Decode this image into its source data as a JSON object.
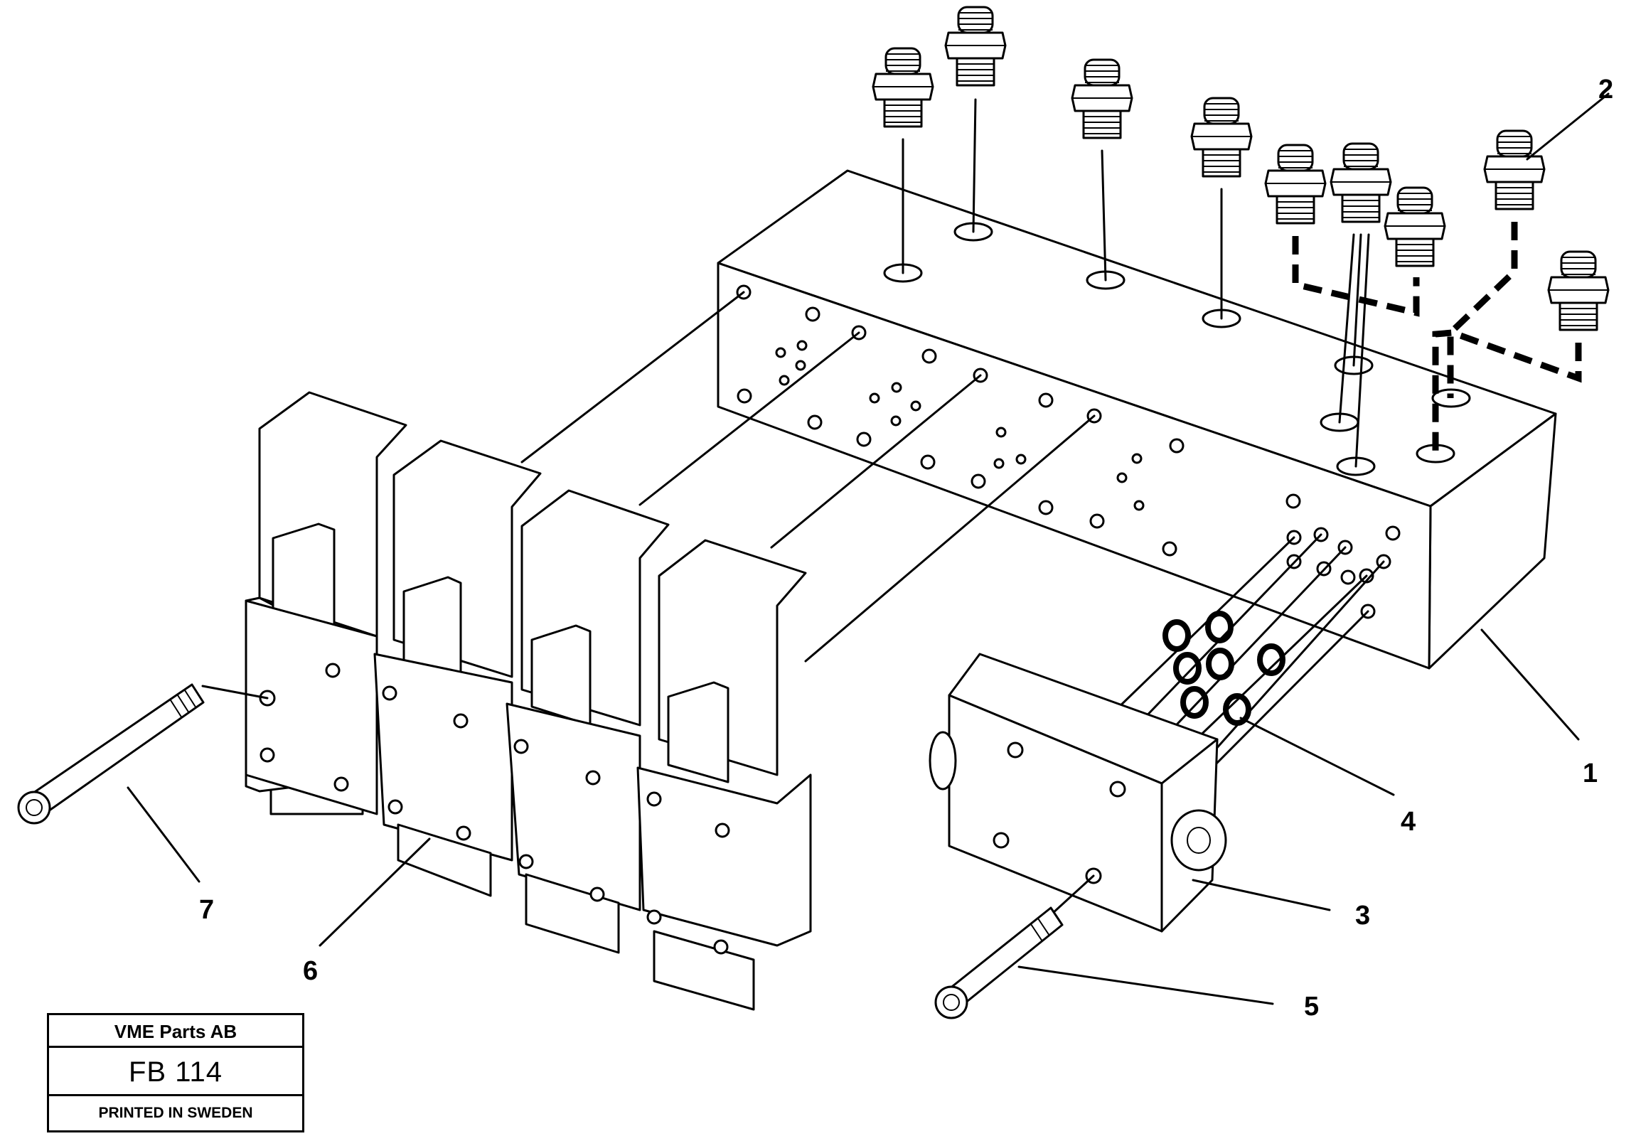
{
  "callouts": {
    "c1": "1",
    "c2": "2",
    "c3": "3",
    "c4": "4",
    "c5": "5",
    "c6": "6",
    "c7": "7"
  },
  "title_block": {
    "company": "VME Parts AB",
    "figure_ref": "FB 114",
    "printed": "PRINTED IN SWEDEN"
  }
}
